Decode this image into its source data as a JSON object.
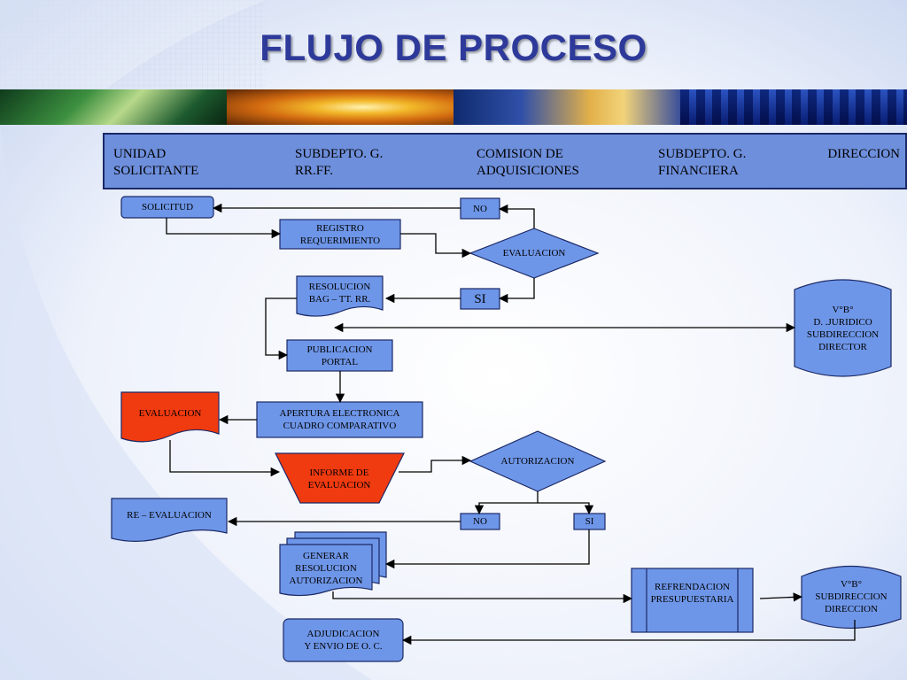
{
  "title": "FLUJO DE PROCESO",
  "header": {
    "col1": "UNIDAD\nSOLICITANTE",
    "col2": "SUBDEPTO. G.\nRR.FF.",
    "col3": "COMISION  DE\nADQUISICIONES",
    "col4": "SUBDEPTO. G.\nFINANCIERA",
    "col5": "DIRECCION"
  },
  "nodes": {
    "solicitud": "SOLICITUD",
    "no_top": "NO",
    "registro": "REGISTRO\nREQUERIMIENTO",
    "evaluacion_diamond": "EVALUACION",
    "resolucion": "RESOLUCION\nBAG – TT. RR.",
    "si_top": "SI",
    "vb_juridico": "V°B°\nD.  .JURIDICO\nSUBDIRECCION\nDIRECTOR",
    "publicacion": "PUBLICACION\nPORTAL",
    "evaluacion_doc": "EVALUACION",
    "apertura": "APERTURA ELECTRONICA\nCUADRO COMPARATIVO",
    "informe": "INFORME   DE\nEVALUACION",
    "autorizacion": "AUTORIZACION",
    "re_evaluacion": "RE – EVALUACION",
    "no_bottom": "NO",
    "si_bottom": "SI",
    "generar": "GENERAR\nRESOLUCION\nAUTORIZACION",
    "refrendacion": "REFRENDACION\nPRESUPUESTARIA",
    "vb_direccion": "V°B°\nSUBDIRECCION\nDIRECCION",
    "adjudicacion": "ADJUDICACION\nY  ENVIO DE  O. C."
  }
}
